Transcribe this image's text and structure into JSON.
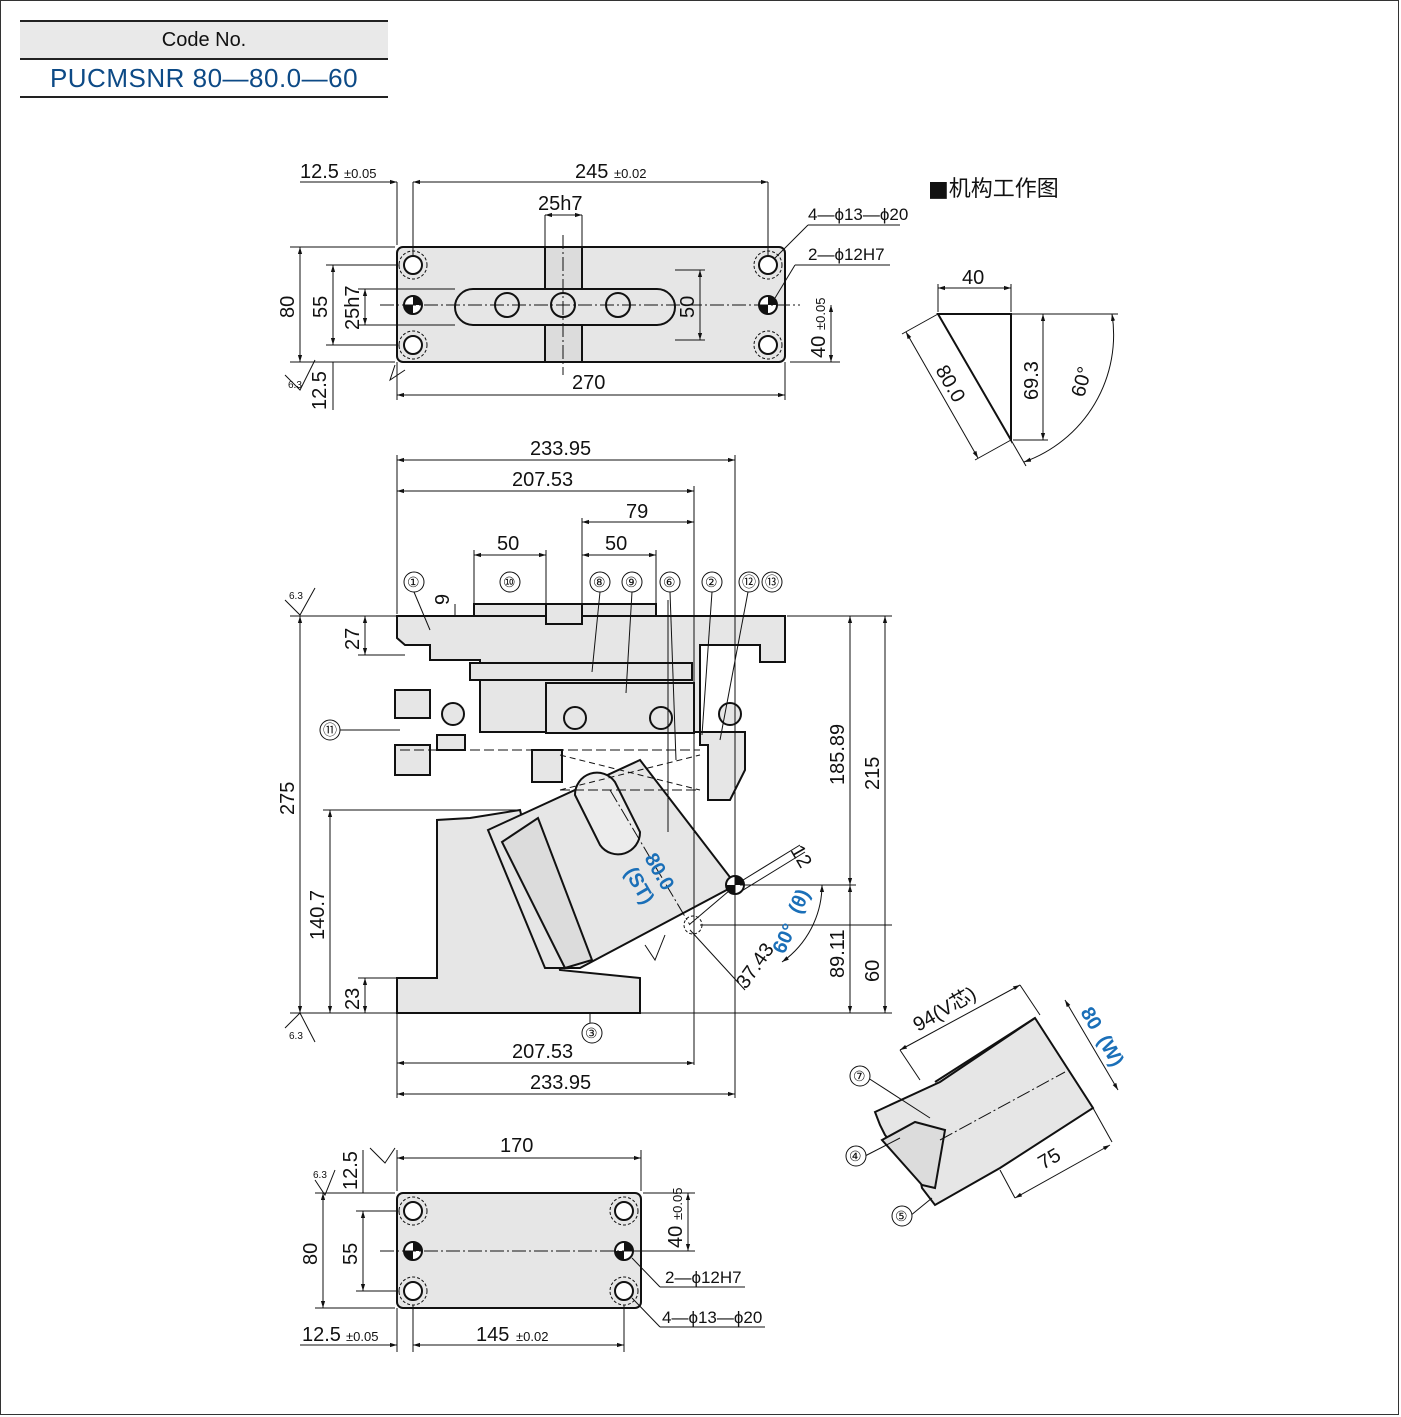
{
  "code_box": {
    "header": "Code No.",
    "value": "PUCMSNR 80—80.0—60"
  },
  "title": "■机构工作图",
  "surface_symbol": "6.3",
  "top_view": {
    "pitch_side": "12.5",
    "pitch_side_tol": "±0.05",
    "hole_pitch": "245",
    "hole_pitch_tol": "±0.02",
    "key_width": "25h7",
    "slot_height_fit": "25h7",
    "height": "80",
    "inner_pitch": "55",
    "slot_span": "50",
    "bottom_margin": "12.5",
    "length": "270",
    "center_offset": "40",
    "center_offset_tol": "±0.05",
    "hole_callout_1": "4—ϕ13—ϕ20",
    "hole_callout_2": "2—ϕ12H7"
  },
  "side_view": {
    "overall_a": "233.95",
    "overall_b": "207.53",
    "offset_79": "79",
    "slot_50_a": "50",
    "slot_50_b": "50",
    "thickness_9": "9",
    "flange_27": "27",
    "height_275": "275",
    "height_140": "140.7",
    "base_23": "23",
    "height_185": "185.89",
    "height_215": "215",
    "height_89": "89.11",
    "height_60": "60",
    "dist_37": "37.43",
    "dist_12": "12",
    "stroke": "80.0",
    "stroke_label": "(ST)",
    "angle": "60°",
    "angle_label": "(θ)",
    "bottom_b": "207.53",
    "bottom_a": "233.95",
    "parts": [
      "①",
      "②",
      "③",
      "④",
      "⑤",
      "⑥",
      "⑦",
      "⑧",
      "⑨",
      "⑩",
      "⑪",
      "⑫",
      "⑬"
    ]
  },
  "triangle": {
    "top": "40",
    "slant": "80.0",
    "height": "69.3",
    "angle": "60°"
  },
  "detail": {
    "v_center": "94(V芯)",
    "width": "80",
    "width_label": "(W)",
    "depth": "75"
  },
  "bottom_view": {
    "length": "170",
    "margin": "12.5",
    "height": "80",
    "inner": "55",
    "offset": "40",
    "offset_tol": "±0.05",
    "pitch_side": "12.5",
    "pitch_side_tol": "±0.05",
    "pitch": "145",
    "pitch_tol": "±0.02",
    "hole_callout_1": "2—ϕ12H7",
    "hole_callout_2": "4—ϕ13—ϕ20"
  }
}
